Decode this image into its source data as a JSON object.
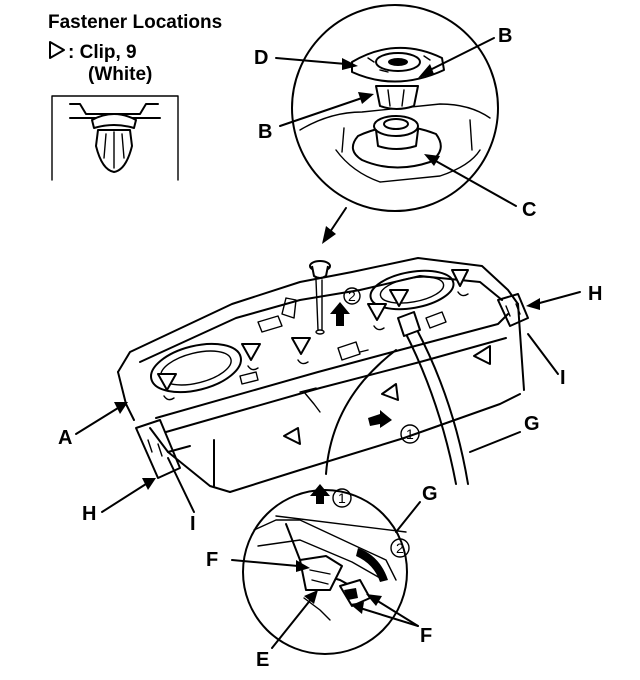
{
  "title": "Fastener Locations",
  "legend": {
    "symbol": "triangle-outline-icon",
    "line1": ": Clip, 9",
    "line2": "(White)"
  },
  "labels": {
    "A": "A",
    "B": "B",
    "C": "C",
    "D": "D",
    "E": "E",
    "F": "F",
    "G": "G",
    "H": "H",
    "I": "I"
  },
  "steps": {
    "one": "1",
    "two": "2"
  }
}
